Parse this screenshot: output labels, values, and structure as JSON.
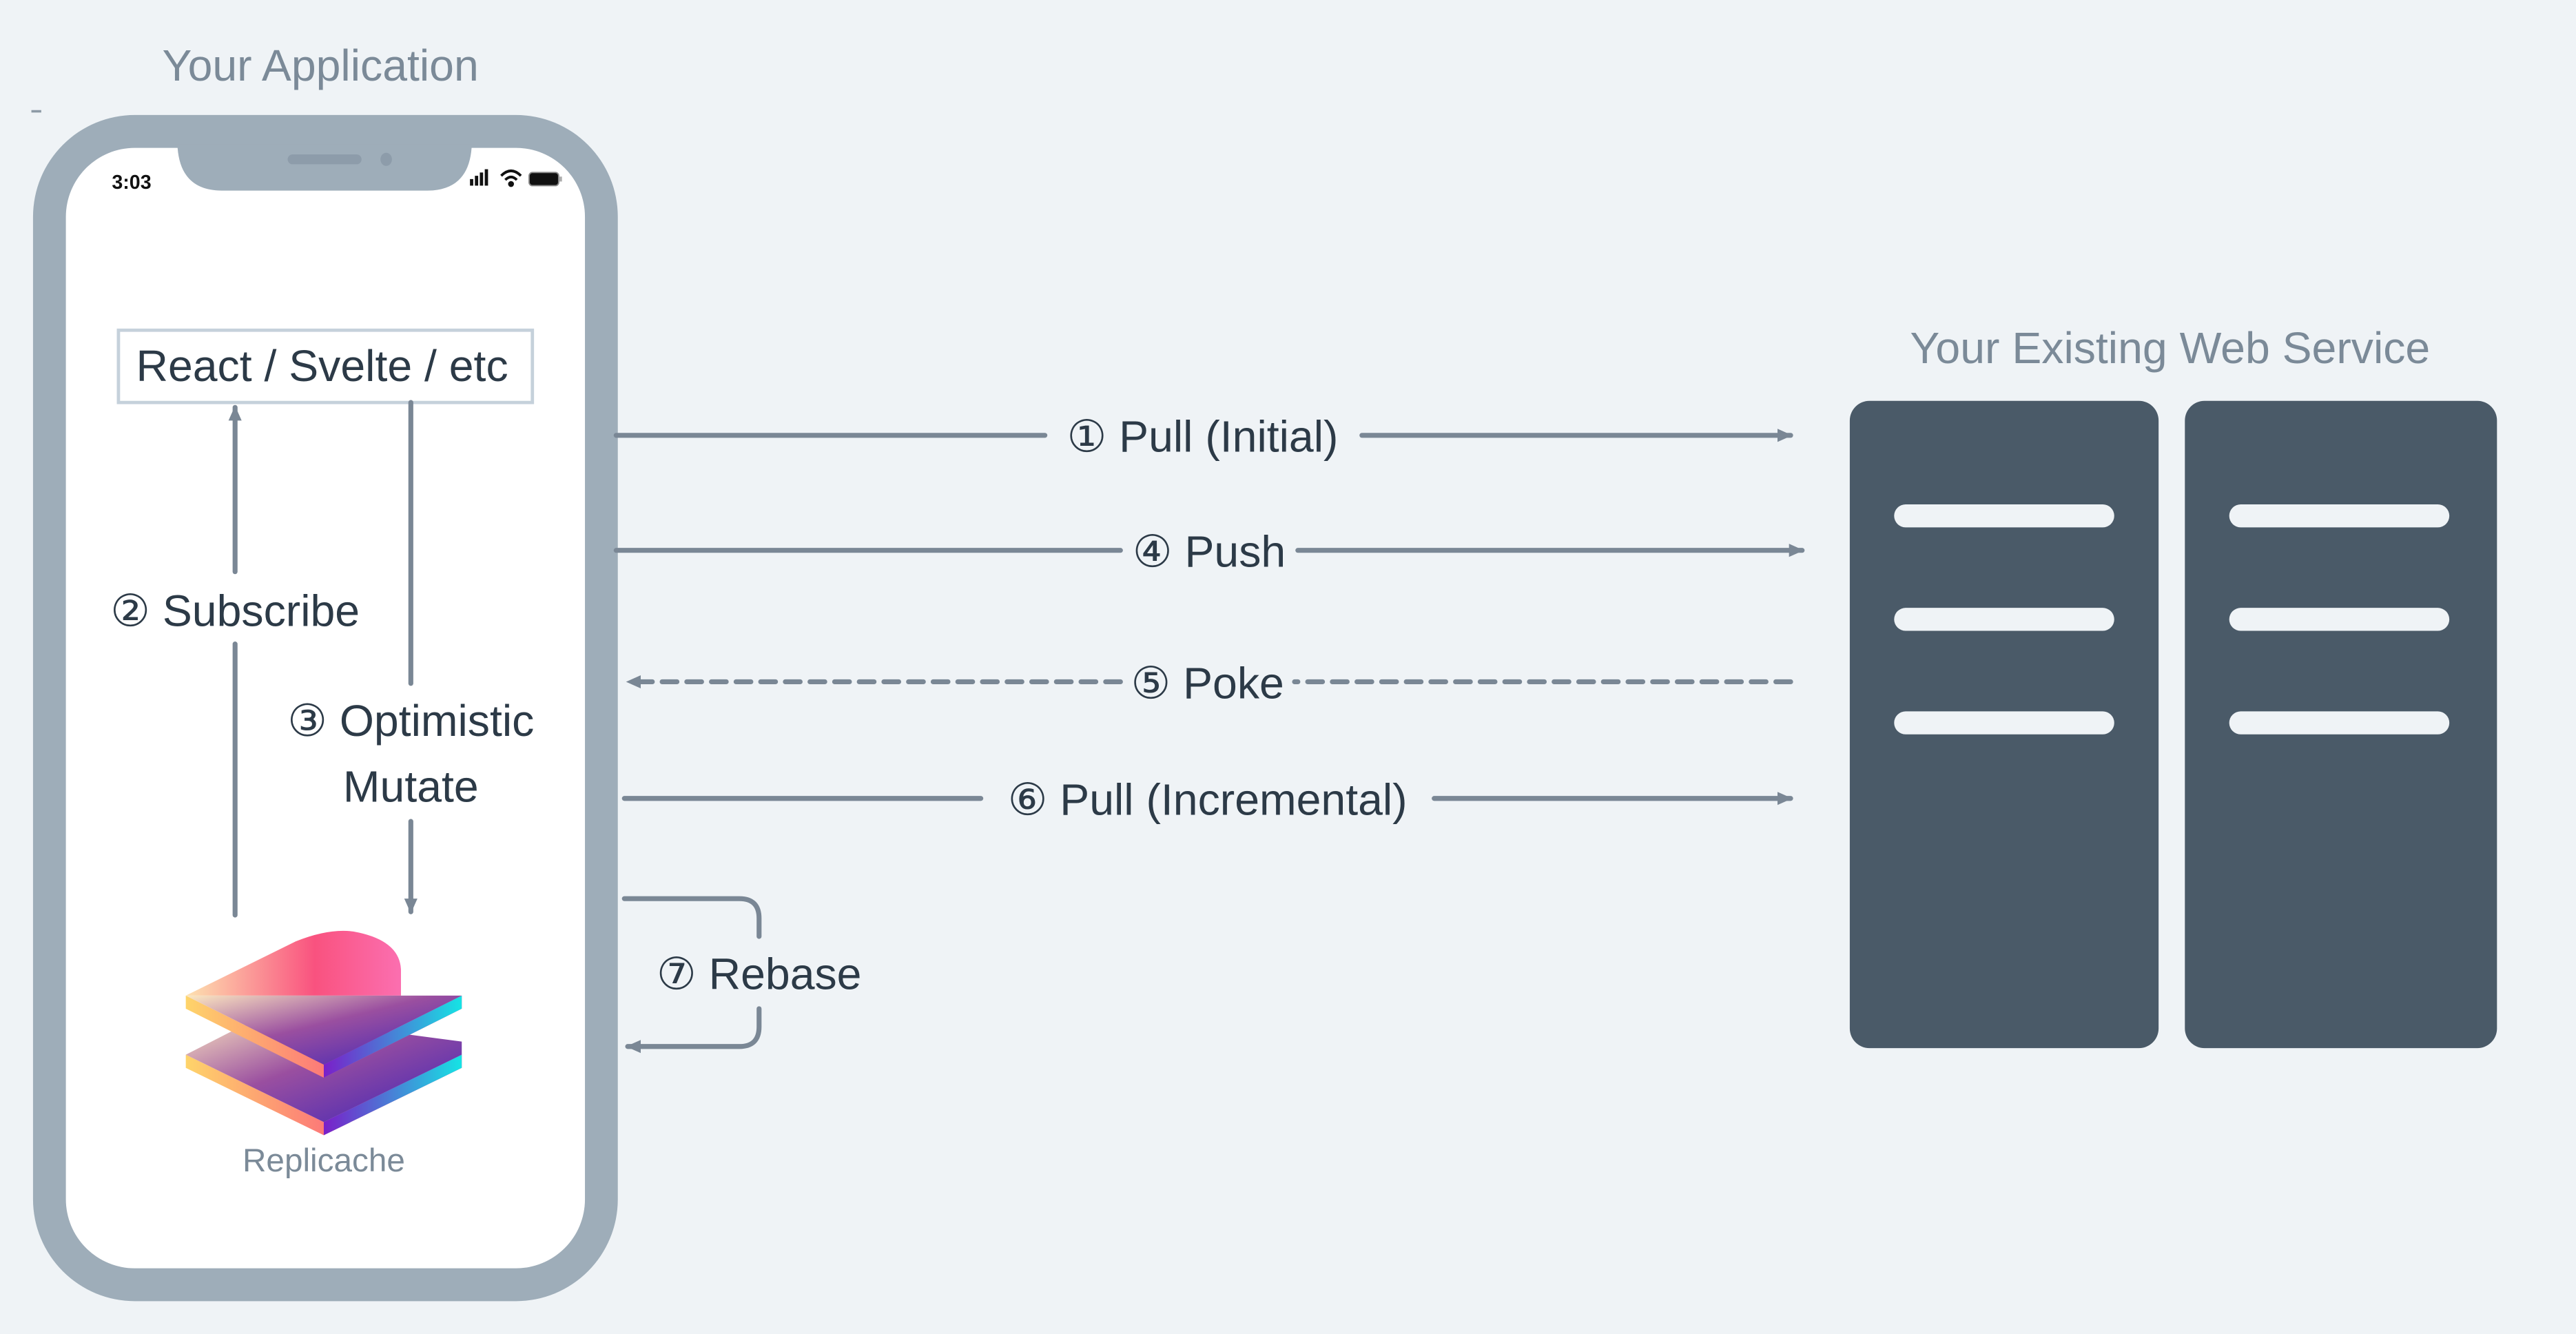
{
  "app_title": "Your Application",
  "phone": {
    "status_time": "3:03",
    "icons": [
      "cellular-signal-icon",
      "wifi-icon",
      "battery-icon"
    ],
    "frame_color": "#9eadb9"
  },
  "ui_layer": {
    "label": "React / Svelte / etc"
  },
  "subscribe": {
    "label": "② Subscribe"
  },
  "mutate": {
    "line1": "③ Optimistic",
    "line2": "Mutate"
  },
  "replicache": {
    "label": "Replicache",
    "logo": "replicache-logo"
  },
  "flows": {
    "pull_initial": "① Pull (Initial)",
    "push": "④ Push",
    "poke": "⑤ Poke",
    "pull_incremental": "⑥ Pull (Incremental)",
    "rebase": "⑦ Rebase"
  },
  "server": {
    "title": "Your Existing Web Service",
    "color": "#4a5a68"
  },
  "colors": {
    "background": "#eff3f6",
    "arrow": "#7a8795",
    "text": "#2c3a47",
    "muted": "#7b8a98"
  }
}
